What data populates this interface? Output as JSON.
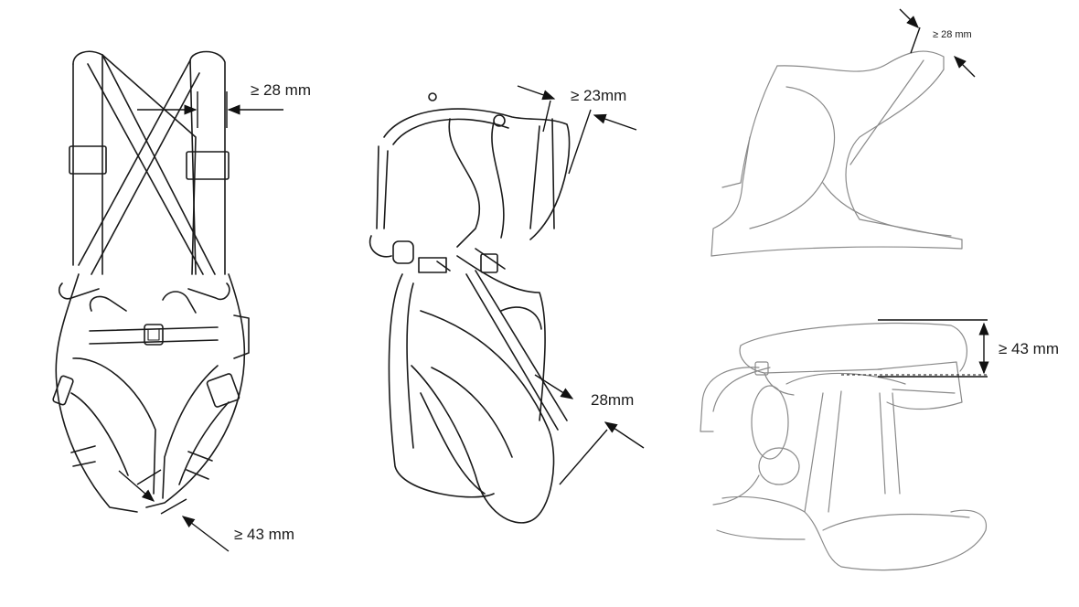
{
  "labels": {
    "full_body_shoulder": "≥ 28 mm",
    "full_body_leg": "≥ 43 mm",
    "chest_shoulder": "≥ 23mm",
    "chest_leg": "28mm",
    "chest_top": "≥ 28 mm",
    "sit_waist": "≥ 43 mm"
  },
  "colors": {
    "line": "#1a1a1a",
    "sketch": "#8a8a8a",
    "background": "#ffffff"
  }
}
